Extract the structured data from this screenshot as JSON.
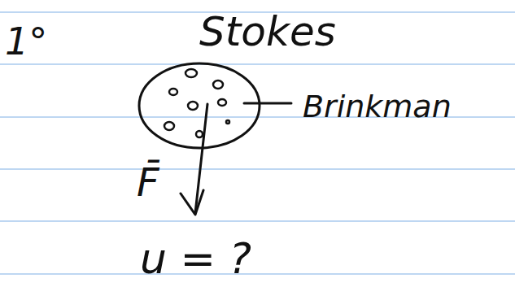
{
  "diagram": {
    "title": "Stokes",
    "labels": [
      "1°",
      "Brinkman",
      "F̄",
      "u = ?"
    ]
  }
}
